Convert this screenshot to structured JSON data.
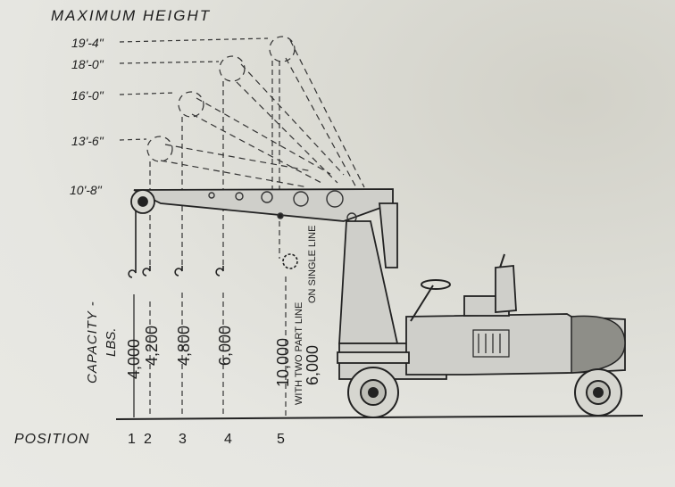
{
  "title": "MAXIMUM HEIGHT",
  "heights": [
    "19'-4\"",
    "18'-0\"",
    "16'-0\"",
    "13'-6\"",
    "10'-8\""
  ],
  "capacity_label_line1": "CAPACITY -",
  "capacity_label_line2": "LBS.",
  "capacities": [
    "4,000",
    "4,200",
    "4,800",
    "6,000",
    "10,000",
    "6,000"
  ],
  "capacity_note_two_part": "WITH TWO PART LINE",
  "capacity_note_single": "ON SINGLE LINE",
  "position_label": "POSITION",
  "positions": [
    "1",
    "2",
    "3",
    "4",
    "5"
  ]
}
